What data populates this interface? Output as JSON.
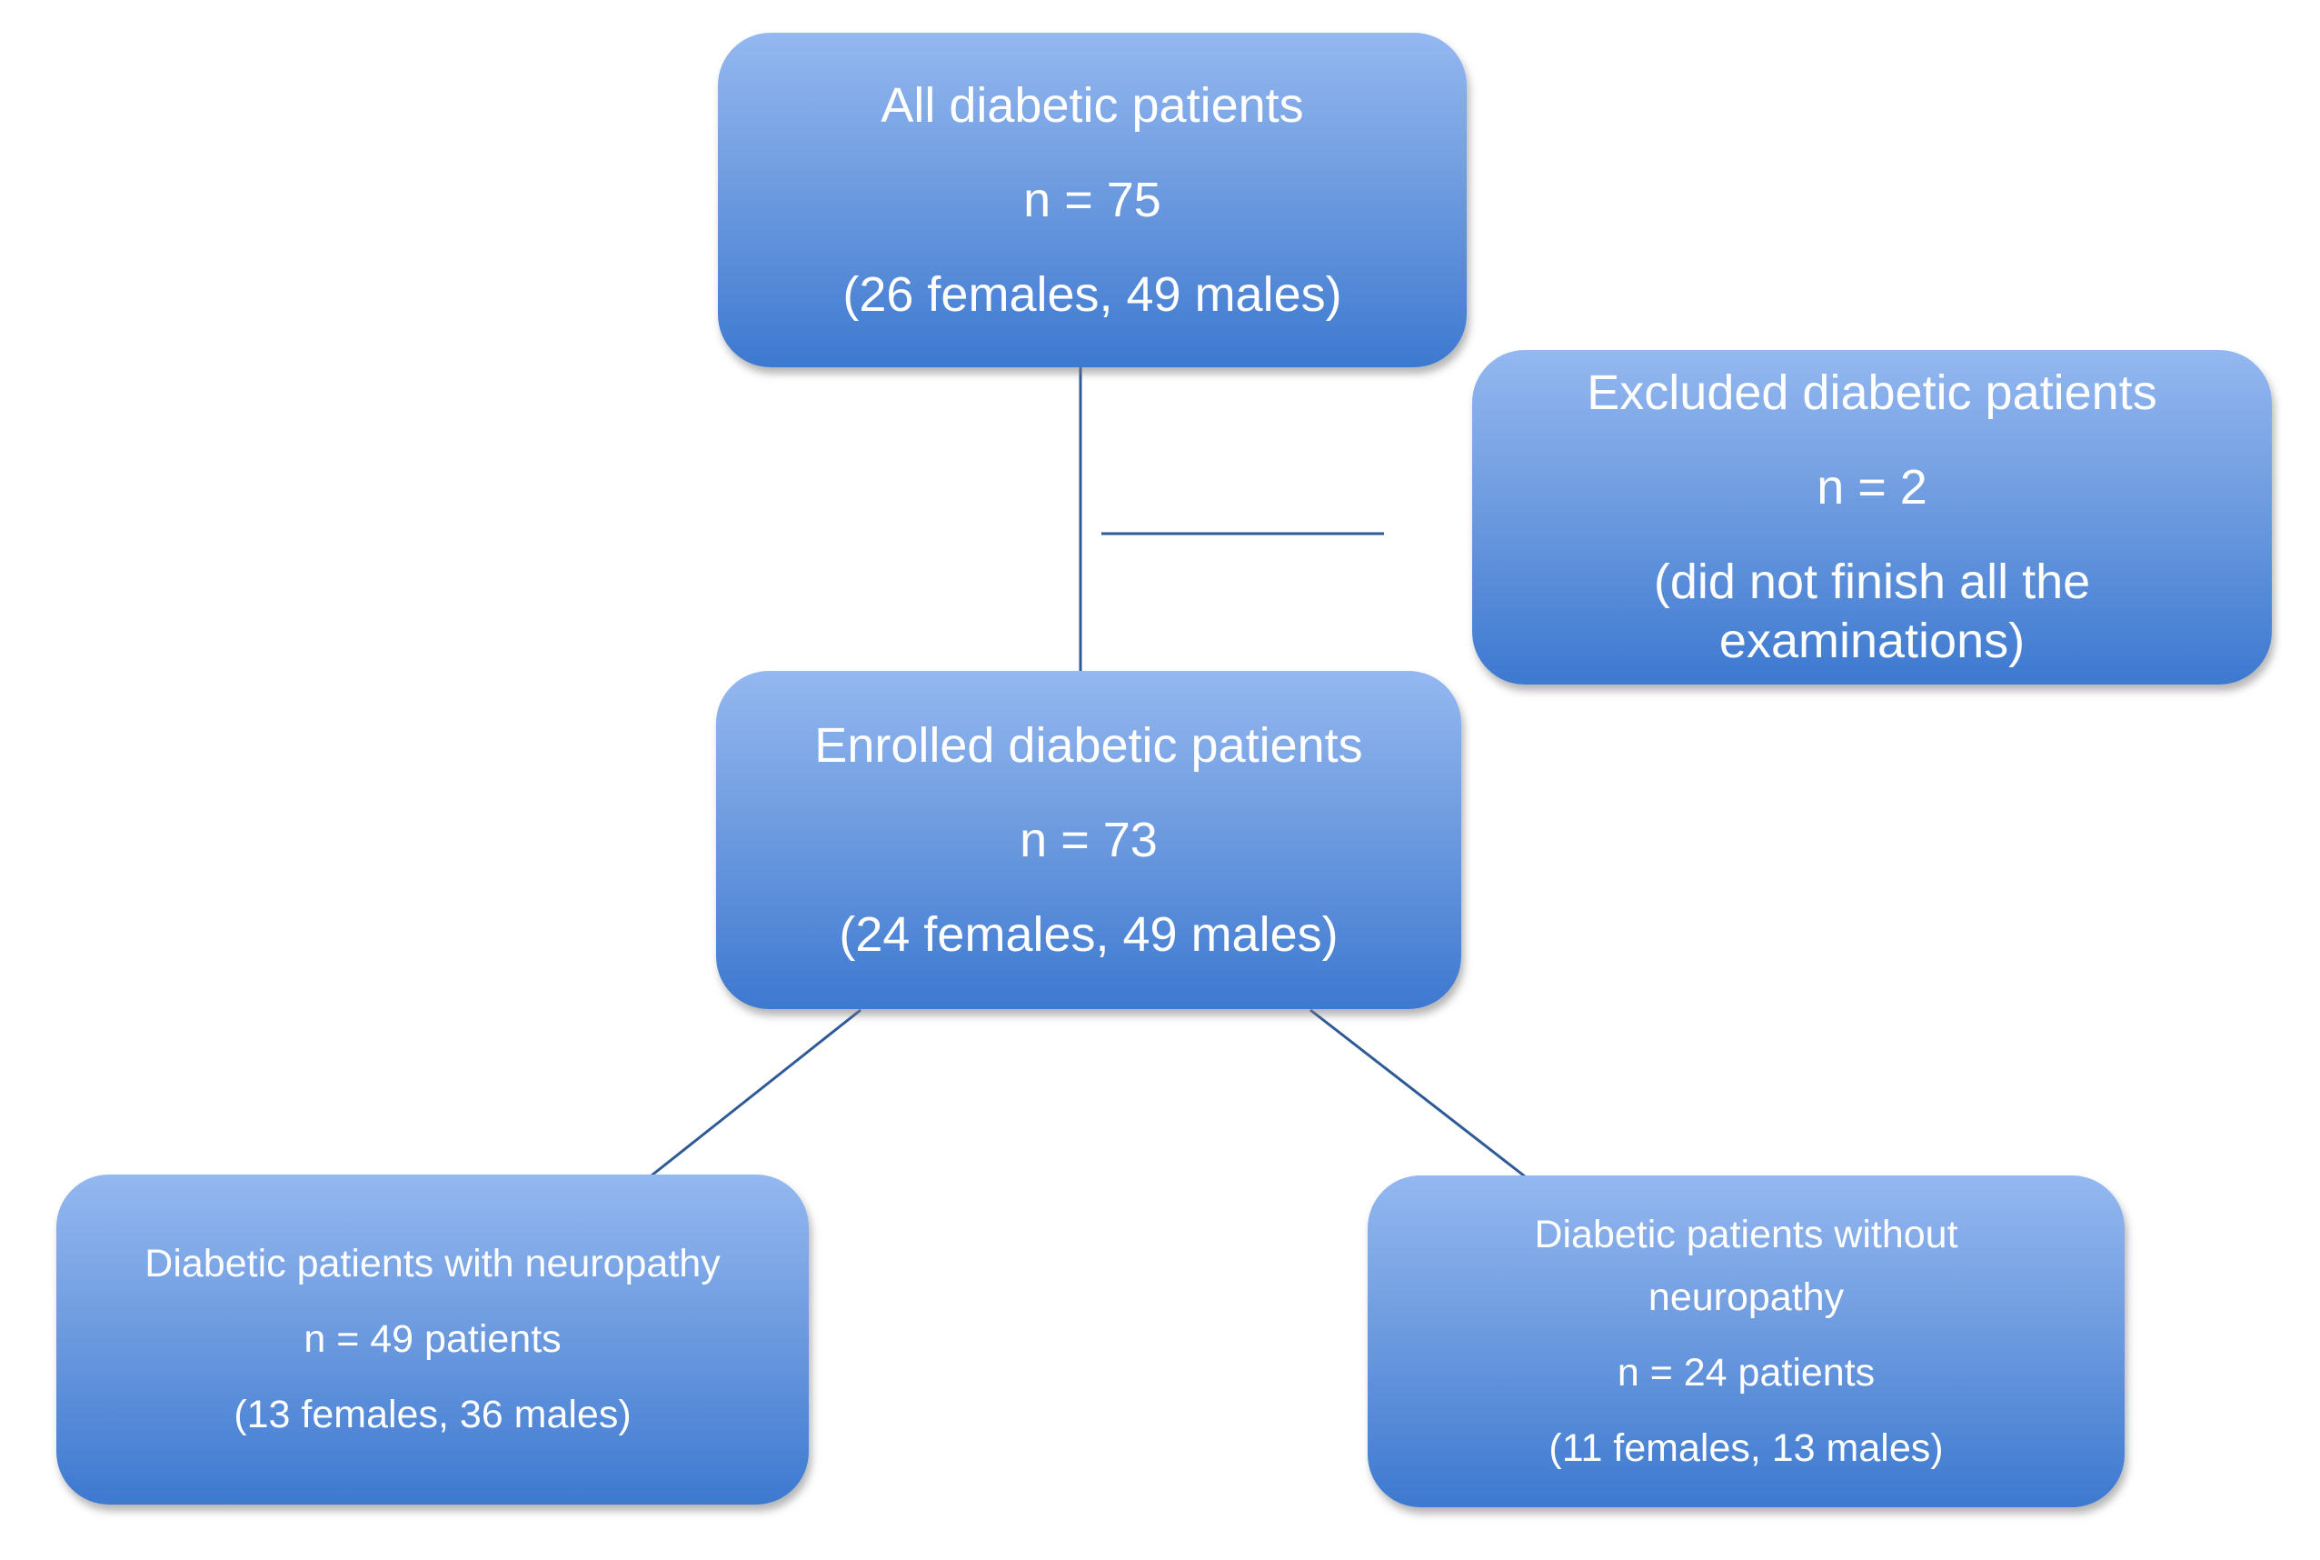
{
  "page": {
    "background_color": "#FFFFFF"
  },
  "diagram": {
    "type": "patient-flowchart",
    "colors": {
      "box_gradient_top": "#94B8F0",
      "box_gradient_bottom": "#3D79D0",
      "connector_line": "#2E5B97",
      "box_text": "#FFFFFF"
    },
    "boxes": {
      "all_patients": {
        "title": "All diabetic patients",
        "count": "n = 75",
        "breakdown": "(26 females, 49 males)"
      },
      "excluded": {
        "title": "Excluded diabetic patients",
        "count": "n = 2",
        "reason_line1": "(did not finish all the",
        "reason_line2": "examinations)"
      },
      "enrolled": {
        "title": "Enrolled diabetic patients",
        "count": "n = 73",
        "breakdown": "(24 females, 49 males)"
      },
      "with_neuropathy": {
        "title": "Diabetic patients with neuropathy",
        "count": "n = 49 patients",
        "breakdown": "(13 females, 36 males)"
      },
      "without_neuropathy": {
        "title_line1": "Diabetic patients without",
        "title_line2": "neuropathy",
        "count": "n = 24 patients",
        "breakdown": "(11 females, 13 males)"
      }
    },
    "connectors": [
      {
        "name": "all-to-enrolled",
        "style": "vertical"
      },
      {
        "name": "branch-to-excluded",
        "style": "horizontal"
      },
      {
        "name": "enrolled-to-with-neuropathy",
        "style": "diagonal"
      },
      {
        "name": "enrolled-to-without-neuropathy",
        "style": "diagonal"
      }
    ]
  }
}
